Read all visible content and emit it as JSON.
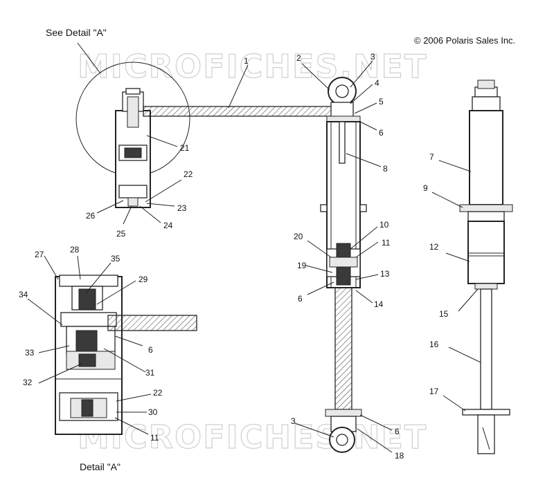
{
  "copyright": "© 2006 Polaris Sales Inc.",
  "watermark": "MICROFICHES.NET",
  "see_detail": "See Detail \"A\"",
  "detail_caption": "Detail \"A\"",
  "callouts": {
    "c1": "1",
    "c2": "2",
    "c3a": "3",
    "c3b": "3",
    "c4": "4",
    "c5": "5",
    "c6a": "6",
    "c6b": "6",
    "c6c": "6",
    "c6d": "6",
    "c7": "7",
    "c8": "8",
    "c9": "9",
    "c10": "10",
    "c11a": "11",
    "c11b": "11",
    "c12": "12",
    "c13": "13",
    "c14": "14",
    "c15": "15",
    "c16": "16",
    "c17": "17",
    "c18": "18",
    "c19": "19",
    "c20": "20",
    "c21": "21",
    "c22a": "22",
    "c22b": "22",
    "c23": "23",
    "c24": "24",
    "c25": "25",
    "c26": "26",
    "c27": "27",
    "c28": "28",
    "c29": "29",
    "c30": "30",
    "c31": "31",
    "c32": "32",
    "c33": "33",
    "c34": "34",
    "c35": "35"
  }
}
